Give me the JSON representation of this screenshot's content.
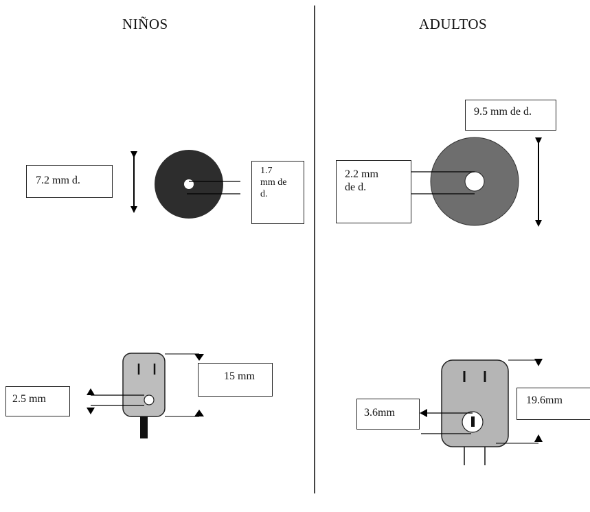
{
  "headings": {
    "left": "NIÑOS",
    "right": "ADULTOS"
  },
  "children": {
    "washer_outer_label": "7.2 mm d.",
    "washer_hole_label": [
      "1.7",
      "mm de",
      "d."
    ],
    "nail_hole_label": "2.5 mm",
    "nail_height_label": "15 mm",
    "washer_color": "#2d2d2d",
    "nail_color": "#bdbdbd"
  },
  "adults": {
    "washer_outer_label": "9.5 mm de d.",
    "washer_hole_label": [
      "2.2 mm",
      "de d."
    ],
    "nail_hole_label": "3.6mm",
    "nail_height_label": "19.6mm",
    "washer_color": "#6e6e6e",
    "nail_color": "#b5b5b5"
  }
}
